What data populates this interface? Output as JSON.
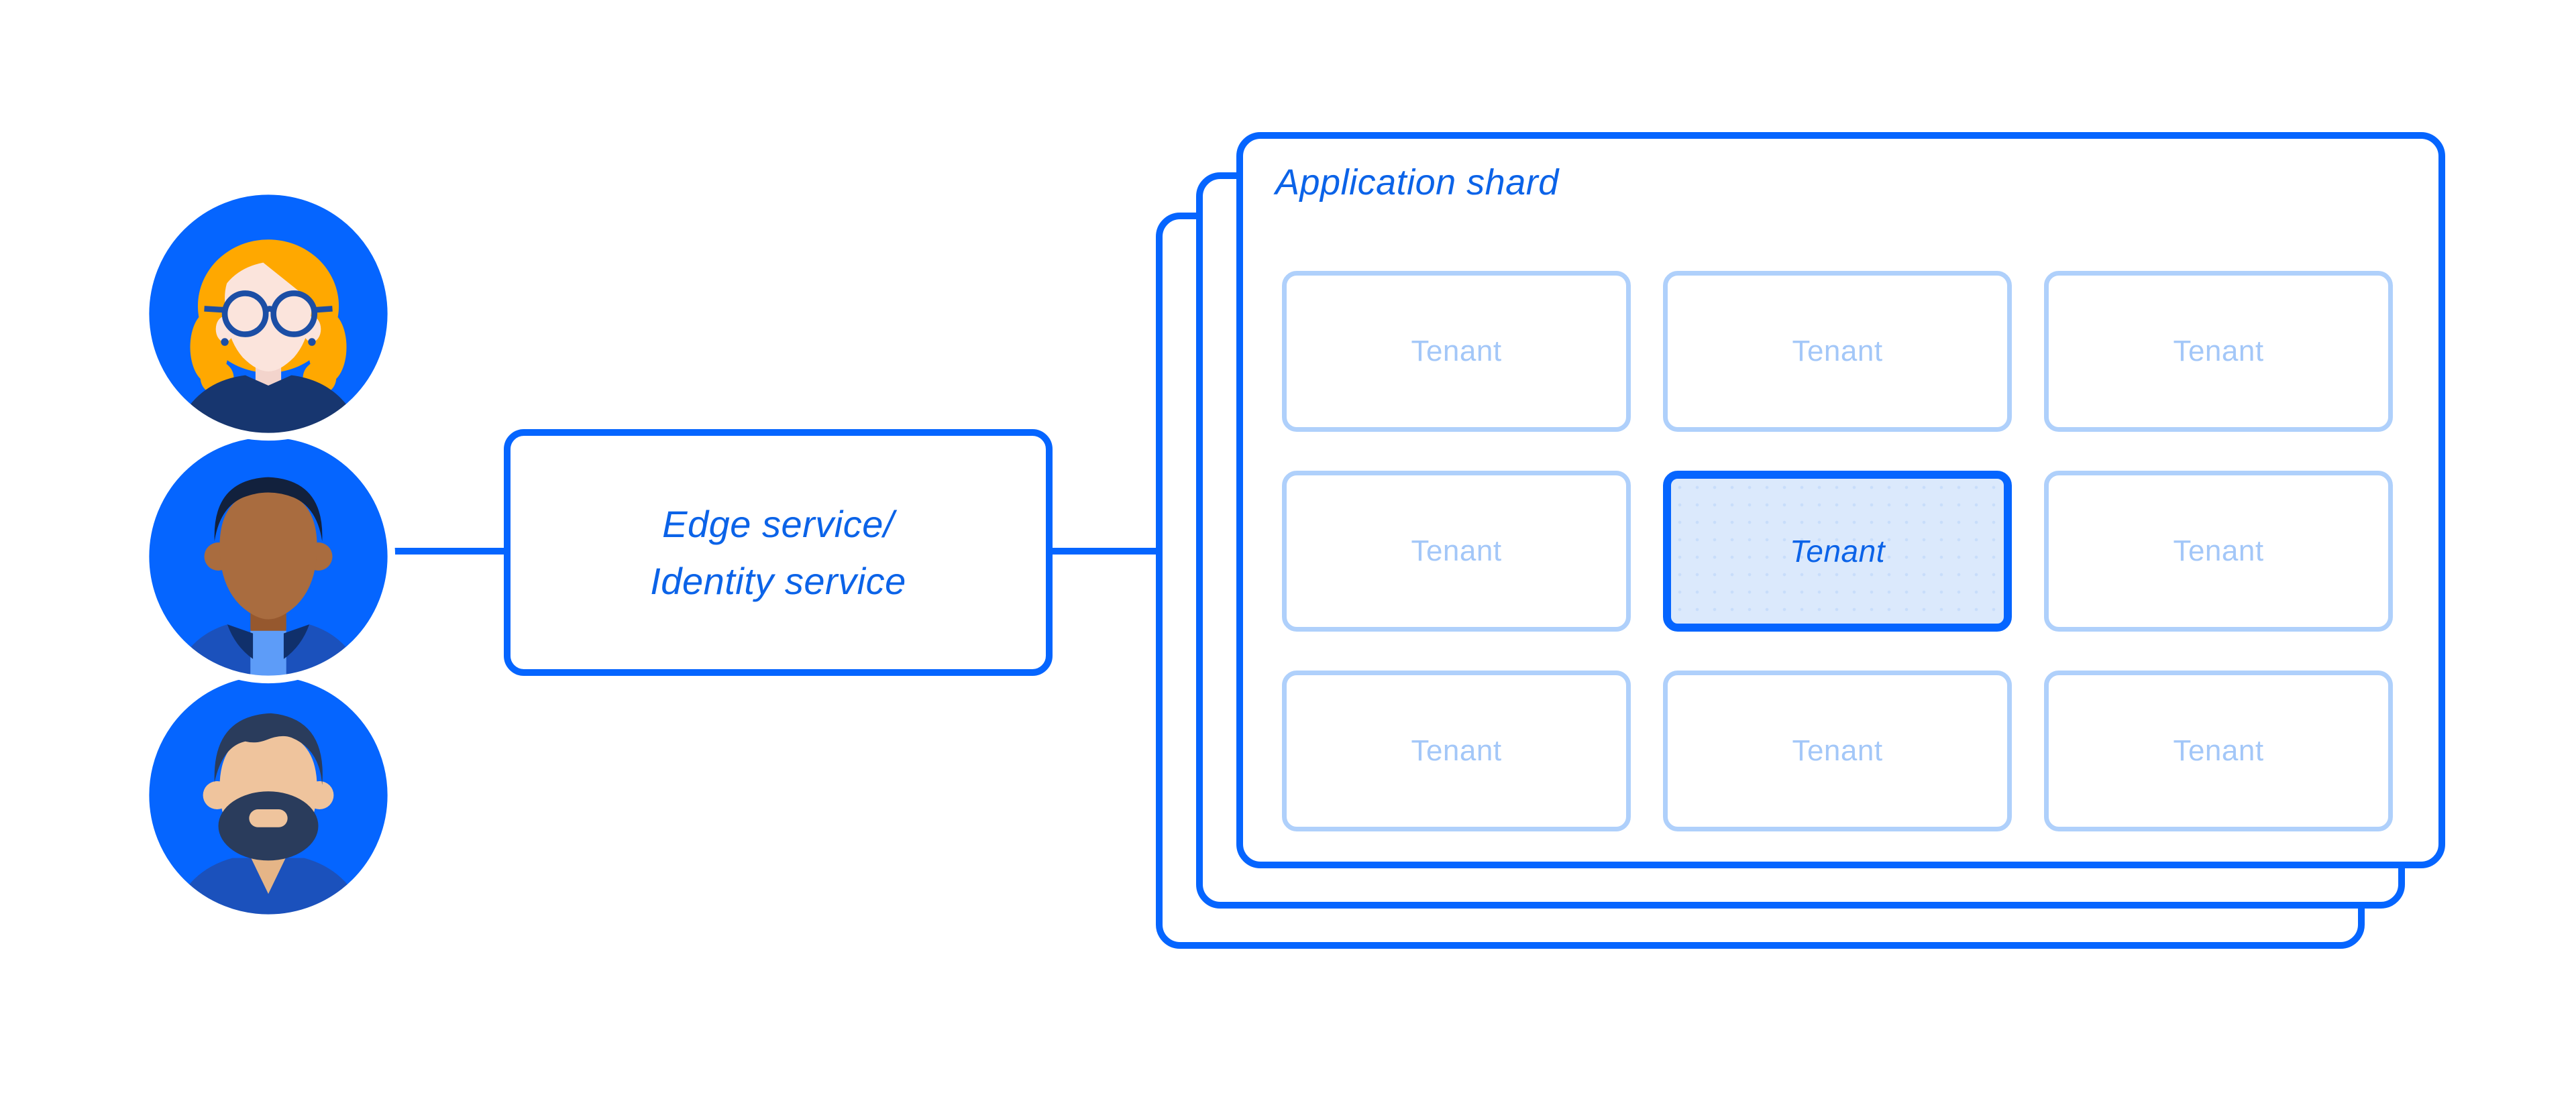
{
  "edge_service": {
    "line1": "Edge service/",
    "line2": "Identity service"
  },
  "shard": {
    "title": "Application shard",
    "tenants": [
      {
        "label": "Tenant",
        "highlighted": false
      },
      {
        "label": "Tenant",
        "highlighted": false
      },
      {
        "label": "Tenant",
        "highlighted": false
      },
      {
        "label": "Tenant",
        "highlighted": false
      },
      {
        "label": "Tenant",
        "highlighted": true
      },
      {
        "label": "Tenant",
        "highlighted": false
      },
      {
        "label": "Tenant",
        "highlighted": false
      },
      {
        "label": "Tenant",
        "highlighted": false
      },
      {
        "label": "Tenant",
        "highlighted": false
      }
    ],
    "stacked_cards": 3
  },
  "users": [
    {
      "id": "woman-with-glasses"
    },
    {
      "id": "man-short-hair"
    },
    {
      "id": "man-with-beard"
    }
  ],
  "colors": {
    "primary_blue": "#0565FF",
    "text_blue": "#0B63E8",
    "light_border": "#AFD0FB",
    "light_text": "#A3C7F8",
    "highlight_fill": "#DBE9FC",
    "avatar_blue": "#0565FF",
    "hair_orange": "#FFA800",
    "navy_sweater": "#17366F",
    "jacket_blue": "#1B51BC",
    "shirt_light_blue": "#5D9CF8",
    "hair_navy_dark": "#12213D",
    "hair_navy_beard": "#2A3C5C",
    "skin_pale": "#FBE4DC",
    "skin_brown": "#A96C3F",
    "skin_tan": "#EFC49D",
    "glasses_navy": "#1B4EA5"
  }
}
